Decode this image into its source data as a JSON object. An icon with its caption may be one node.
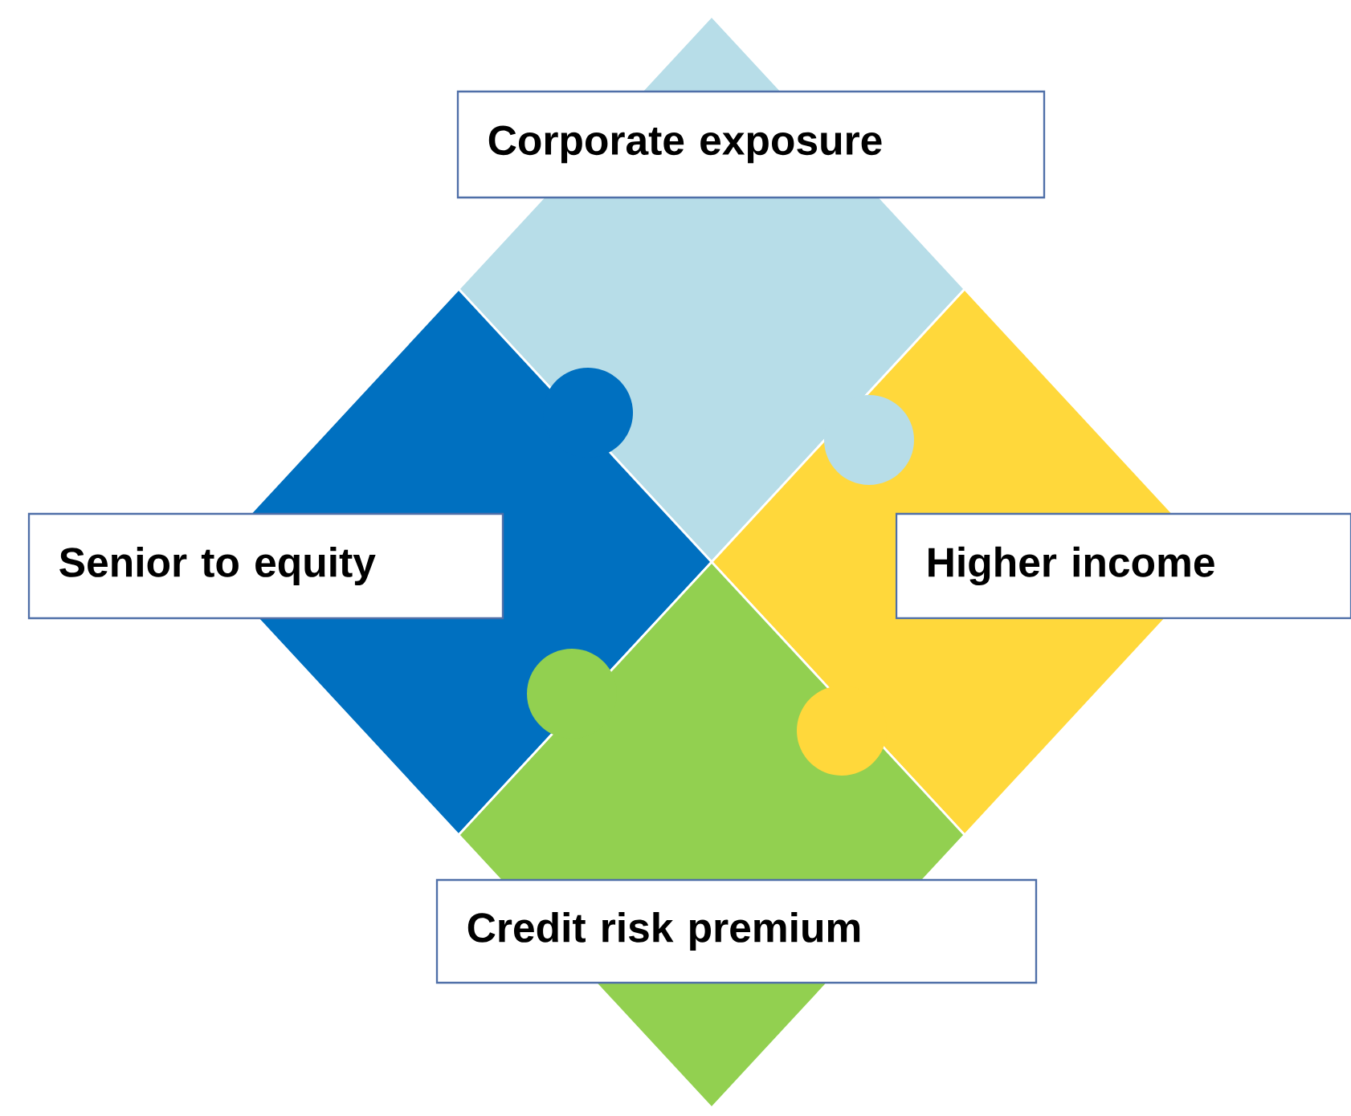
{
  "diagram": {
    "nodes": [
      {
        "text": [
          "Corporate exposure"
        ]
      },
      {
        "text": [
          "Senior to equity"
        ]
      },
      {
        "text": [
          "Higher income"
        ]
      },
      {
        "text": [
          "Credit risk premium"
        ]
      }
    ]
  }
}
